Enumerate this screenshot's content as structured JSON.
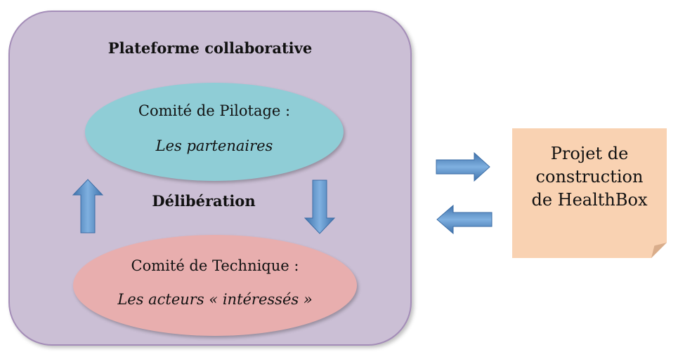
{
  "platform": {
    "title": "Plateforme collaborative"
  },
  "committee_top": {
    "title": "Comité de Pilotage :",
    "subtitle": "Les partenaires"
  },
  "deliberation": {
    "label": "Délibération"
  },
  "committee_bottom": {
    "title": "Comité de Technique :",
    "subtitle": "Les acteurs « intéressés »"
  },
  "project": {
    "lines": [
      "Projet de",
      "construction",
      "de HealthBox"
    ]
  },
  "colors": {
    "platform_fill": "#cbbfd5",
    "platform_border": "#a48db8",
    "top_ellipse": "#8fcdd6",
    "bottom_ellipse": "#e8aeae",
    "project_note": "#f9d2b2",
    "arrow_fill": "#5b8ec5",
    "arrow_stroke": "#3d6ea6"
  }
}
